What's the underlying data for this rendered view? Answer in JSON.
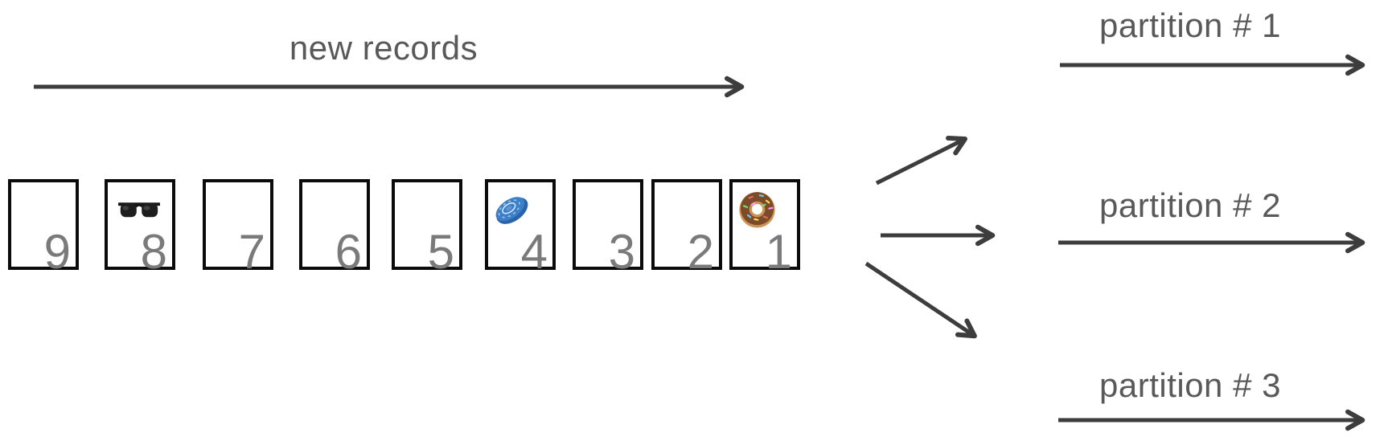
{
  "diagram": {
    "flow_label": "new records",
    "records": [
      {
        "label": "9",
        "emoji": ""
      },
      {
        "label": "8",
        "emoji": "sunglasses"
      },
      {
        "label": "7",
        "emoji": ""
      },
      {
        "label": "6",
        "emoji": ""
      },
      {
        "label": "5",
        "emoji": ""
      },
      {
        "label": "4",
        "emoji": "flying-disc"
      },
      {
        "label": "3",
        "emoji": ""
      },
      {
        "label": "2",
        "emoji": ""
      },
      {
        "label": "1",
        "emoji": "donut"
      }
    ],
    "partitions": [
      {
        "label": "partition # 1"
      },
      {
        "label": "partition # 2"
      },
      {
        "label": "partition # 3"
      }
    ],
    "colors": {
      "arrow": "#3d3d3d",
      "label_text": "#595959",
      "record_number": "#7a7a7a",
      "box_border": "#0b0b0b"
    }
  }
}
